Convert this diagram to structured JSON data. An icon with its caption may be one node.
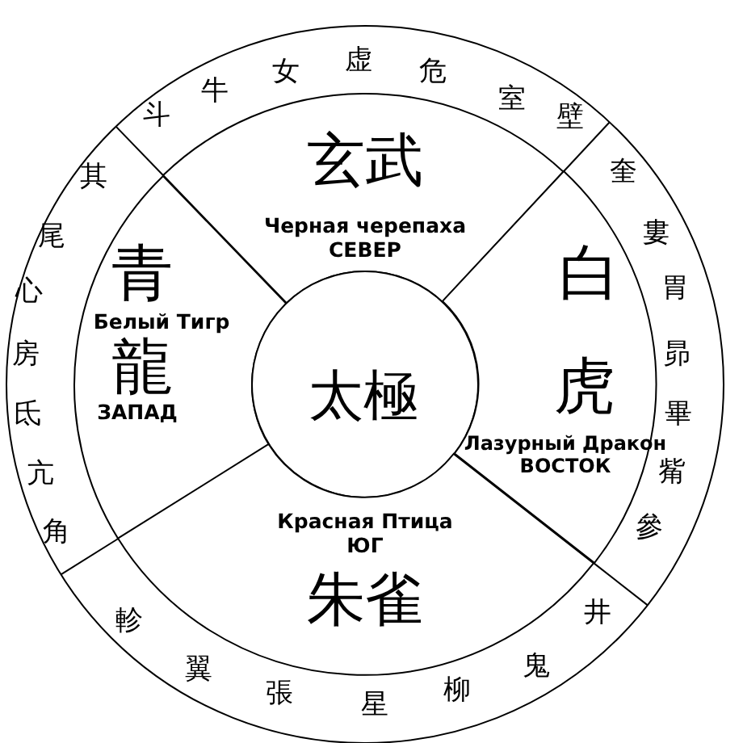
{
  "diagram": {
    "nodes": [
      {
        "text": [
          "玄武",
          "Черная черепаха СЕВЕР"
        ]
      },
      {
        "text": [
          "青",
          "Белый Тигр",
          "龍",
          "ЗАПАД"
        ]
      },
      {
        "text": [
          "太極"
        ]
      },
      {
        "text": [
          "白",
          "虎",
          "Лазурный Дракон ВОСТОК"
        ]
      },
      {
        "text": [
          "Красная Птица ЮГ",
          "朱雀"
        ]
      }
    ],
    "labels": [
      "斗",
      "牛",
      "女",
      "虚",
      "危",
      "室",
      "壁",
      "奎",
      "婁",
      "胃",
      "昴",
      "畢",
      "觜",
      "參",
      "井",
      "鬼",
      "柳",
      "星",
      "張",
      "翼",
      "軫",
      "角",
      "亢",
      "氐",
      "房",
      "心",
      "尾",
      "其"
    ]
  }
}
